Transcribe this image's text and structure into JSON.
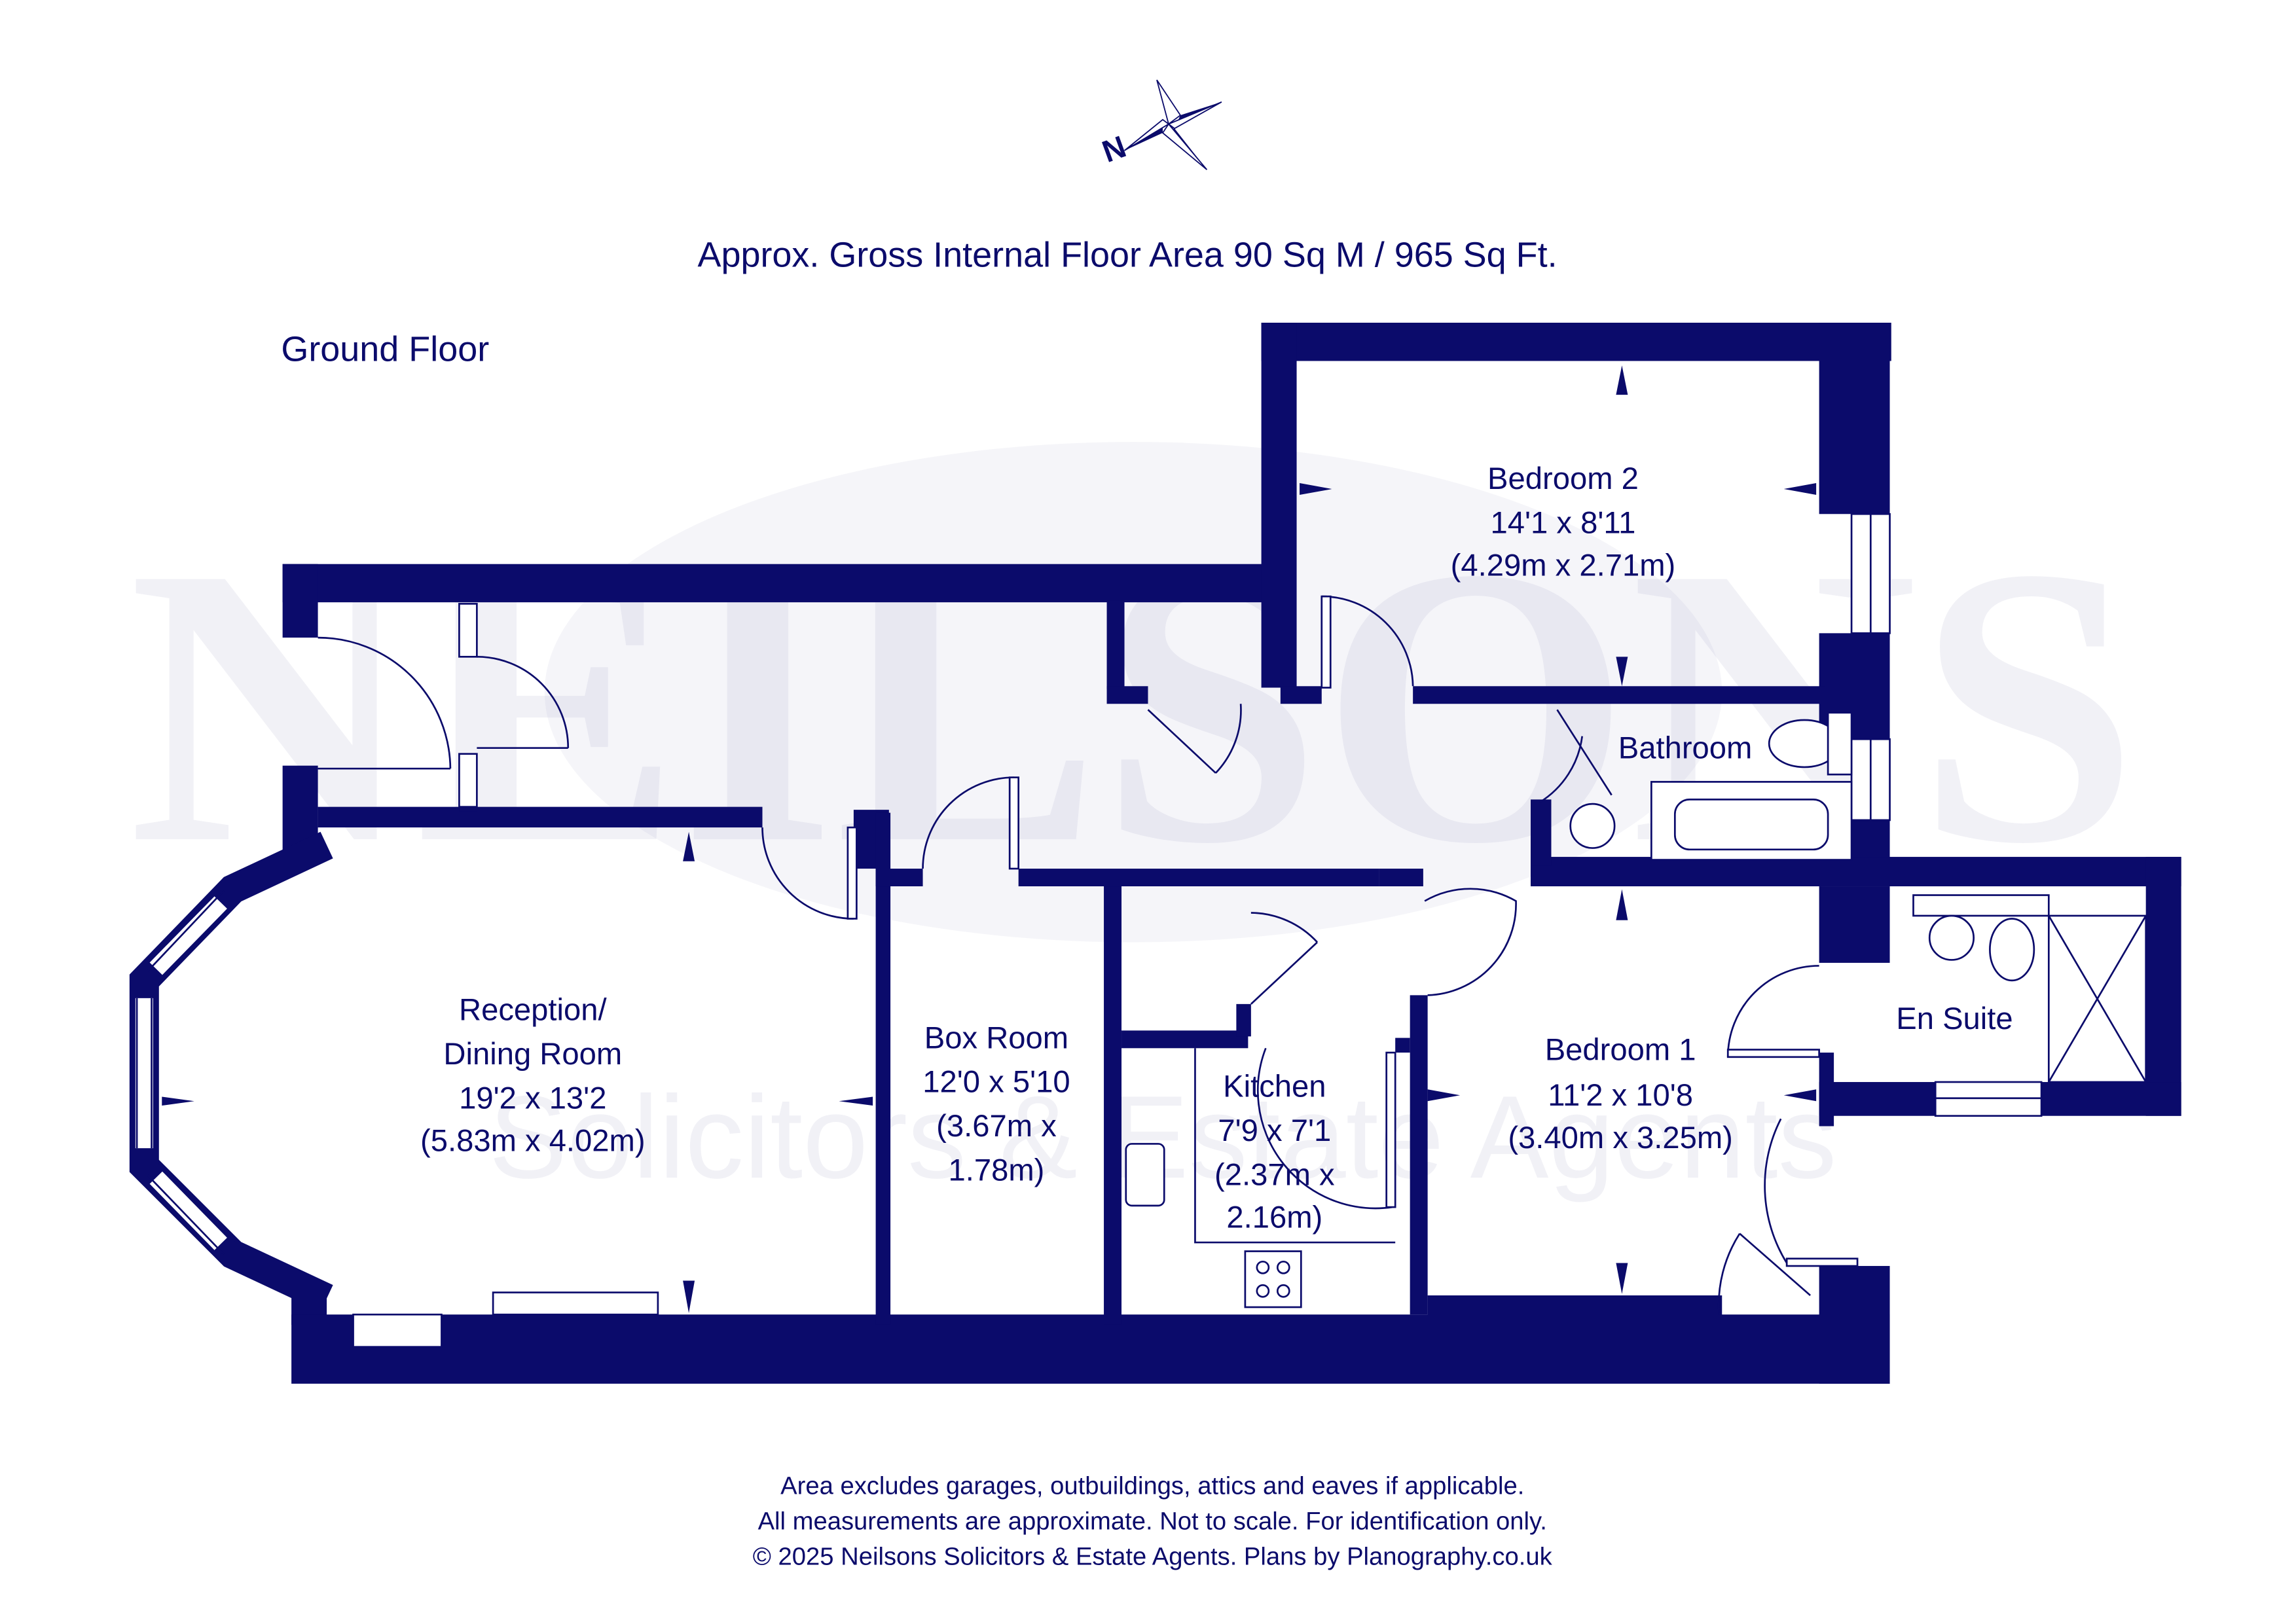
{
  "header": {
    "compass_label": "N",
    "area_title": "Approx. Gross Internal Floor Area 90 Sq M / 965 Sq Ft.",
    "floor_label": "Ground Floor"
  },
  "watermark": {
    "brand": "NEILSONS",
    "tagline": "Solicitors & Estate Agents"
  },
  "rooms": {
    "bedroom2": {
      "name": "Bedroom 2",
      "imperial": "14'1 x 8'11",
      "metric": "(4.29m x 2.71m)"
    },
    "bathroom": {
      "name": "Bathroom"
    },
    "reception": {
      "name_1": "Reception/",
      "name_2": "Dining Room",
      "imperial": "19'2 x 13'2",
      "metric": "(5.83m x 4.02m)"
    },
    "box_room": {
      "name": "Box Room",
      "imperial": "12'0 x 5'10",
      "metric_1": "(3.67m x",
      "metric_2": "1.78m)"
    },
    "kitchen": {
      "name": "Kitchen",
      "imperial": "7'9 x 7'1",
      "metric_1": "(2.37m x",
      "metric_2": "2.16m)"
    },
    "bedroom1": {
      "name": "Bedroom 1",
      "imperial": "11'2 x 10'8",
      "metric": "(3.40m x 3.25m)"
    },
    "en_suite": {
      "name": "En Suite"
    }
  },
  "footer": {
    "line1": "Area excludes garages, outbuildings, attics and eaves if applicable.",
    "line2": "All measurements are approximate. Not to scale. For identification only.",
    "line3": "© 2025 Neilsons Solicitors & Estate Agents. Plans by Planography.co.uk"
  },
  "colors": {
    "wall": "#0b0b6b",
    "background": "#ffffff"
  }
}
